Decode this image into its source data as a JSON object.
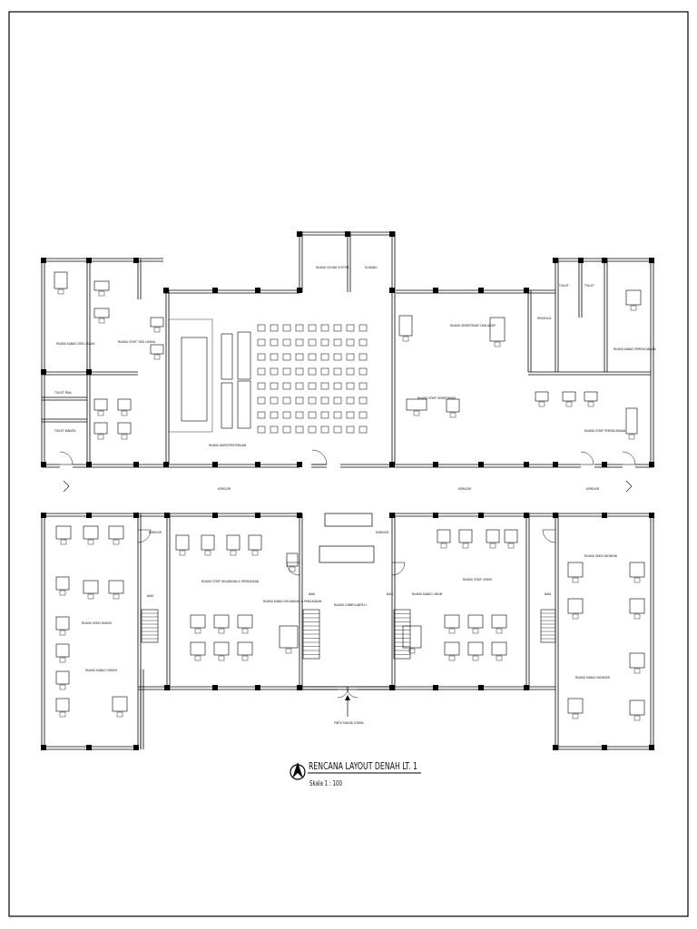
{
  "title_block": {
    "title": "RENCANA LAYOUT DENAH LT. 1",
    "scale": "Skala 1 : 100"
  },
  "rooms": [
    {
      "id": "r-kabag-tu",
      "name": "RUANG KABAG TATA USAHA"
    },
    {
      "id": "r-staf-tu",
      "name": "RUANG STAFF TATA USAHA"
    },
    {
      "id": "r-toilet-pria",
      "name": "TOILET PRIA"
    },
    {
      "id": "r-toilet-wanita",
      "name": "TOILET WANITA"
    },
    {
      "id": "r-rapat",
      "name": "RUANG RAPAT/PERTEMUAN"
    },
    {
      "id": "r-sound",
      "name": "RUANG SOUND SYSTEM"
    },
    {
      "id": "r-gudang",
      "name": "GUDANG"
    },
    {
      "id": "r-sekretariat",
      "name": "RUANG SEKRETARIAT DAN ARSIP"
    },
    {
      "id": "r-staf-sekre",
      "name": "RUANG STAFF SEKRETARIAT"
    },
    {
      "id": "r-mushola",
      "name": "MUSHOLA"
    },
    {
      "id": "r-toilet-kanan",
      "name": "TOILET"
    },
    {
      "id": "r-toilet-kanan-2",
      "name": "TOILET"
    },
    {
      "id": "r-kabag-perencanaan",
      "name": "RUANG KABAG PERENCANAAN"
    },
    {
      "id": "r-staf-perencanaan",
      "name": "RUANG STAFF PERENCANAAN"
    },
    {
      "id": "r-seksi-hukum",
      "name": "RUANG SEKSI HUKUM"
    },
    {
      "id": "r-kabag-hukum",
      "name": "RUANG KABAG HUKUM"
    },
    {
      "id": "r-staf-keu",
      "name": "RUANG STAFF KEUANGAN & PENGADAAN"
    },
    {
      "id": "r-kabag-keu",
      "name": "RUANG KABAG KEUANGAN & PENGADAAN"
    },
    {
      "id": "r-lobby",
      "name": "RUANG LOBBY/LANTAI 1"
    },
    {
      "id": "r-kabag-umum",
      "name": "RUANG KABAG UMUM"
    },
    {
      "id": "r-staf-umum",
      "name": "RUANG STAFF UMUM"
    },
    {
      "id": "r-seksi-ekonomi",
      "name": "RUANG SEKSI EKONOMI"
    },
    {
      "id": "r-kabag-ekonomi",
      "name": "RUANG KABAG EKONOMI"
    }
  ],
  "labels": {
    "corridor": "KORIDOR",
    "stair": "NAIK",
    "entrance": "PINTU MASUK UTAMA"
  }
}
